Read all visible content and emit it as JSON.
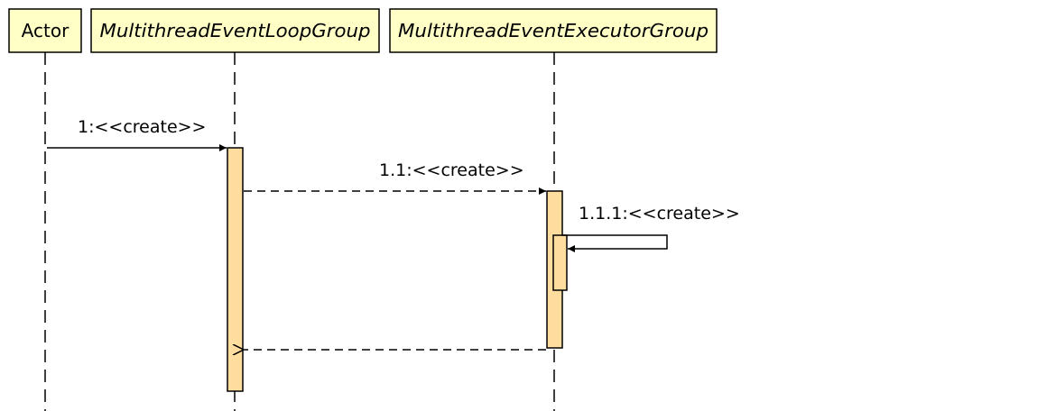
{
  "participants": [
    {
      "id": "actor",
      "label": "Actor",
      "italic": false
    },
    {
      "id": "loop_group",
      "label": "MultithreadEventLoopGroup",
      "italic": true
    },
    {
      "id": "executor_group",
      "label": "MultithreadEventExecutorGroup",
      "italic": true
    }
  ],
  "messages": [
    {
      "id": "m1",
      "label": "1:<<create>>",
      "from": "actor",
      "to": "loop_group",
      "style": "solid"
    },
    {
      "id": "m2",
      "label": "1.1:<<create>>",
      "from": "loop_group",
      "to": "executor_group",
      "style": "dashed"
    },
    {
      "id": "m3",
      "label": "1.1.1:<<create>>",
      "from": "executor_group",
      "to": "executor_group",
      "style": "self"
    },
    {
      "id": "m4",
      "label": "",
      "from": "executor_group",
      "to": "loop_group",
      "style": "dashed-return"
    }
  ],
  "colors": {
    "participant_fill": "#ffffc6",
    "activation_fill": "#ffdd9e",
    "line": "#000000"
  }
}
